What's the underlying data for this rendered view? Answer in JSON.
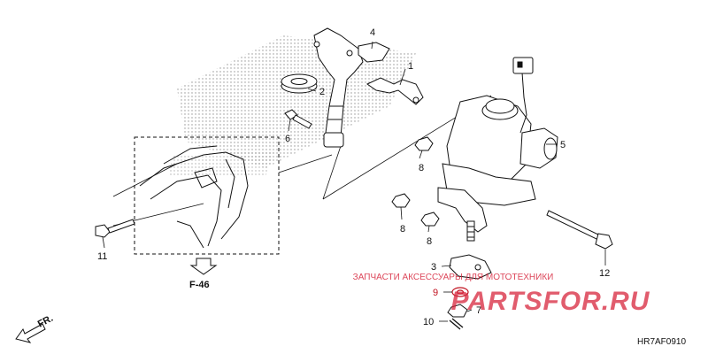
{
  "diagram": {
    "parts": [
      {
        "number": "1"
      },
      {
        "number": "2"
      },
      {
        "number": "3"
      },
      {
        "number": "4"
      },
      {
        "number": "5"
      },
      {
        "number": "6"
      },
      {
        "number": "7"
      },
      {
        "number": "8"
      },
      {
        "number": "8"
      },
      {
        "number": "8"
      },
      {
        "number": "9"
      },
      {
        "number": "10"
      },
      {
        "number": "11"
      },
      {
        "number": "12"
      }
    ],
    "section_ref": "F-46",
    "direction_label": "FR.",
    "diagram_code": "HR7AF0910",
    "watermark": {
      "caption": "ЗАПЧАСТИ АКСЕССУАРЫ ДЛЯ МОТОТЕХНИКИ",
      "logo": "PARTSFOR.RU"
    },
    "colors": {
      "line": "#111111",
      "watermark": "#d7263d",
      "highlight": "#c1121f"
    }
  }
}
